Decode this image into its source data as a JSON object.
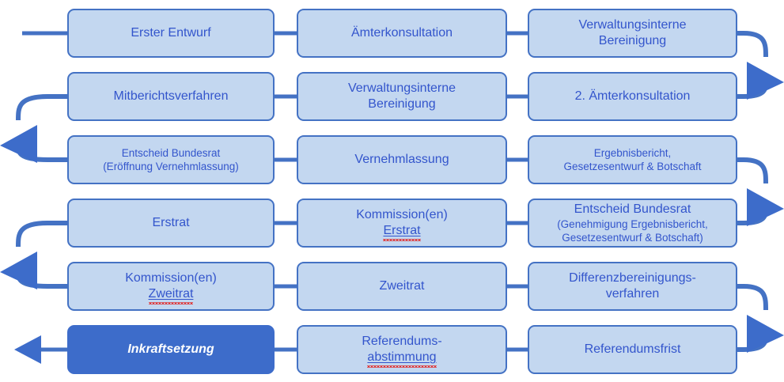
{
  "diagram": {
    "title": "Gesetzgebungsprozess Flussdiagramm",
    "colors": {
      "box_fill": "#c3d7f0",
      "box_border": "#4472c4",
      "text": "#3355cc",
      "highlight_fill": "#3d6cca",
      "highlight_text": "#ffffff",
      "arrow": "#4472c4",
      "spellcheck_underline": "#e03030"
    },
    "rows": [
      {
        "index": 1,
        "boxes": [
          {
            "id": "erster-entwurf",
            "lines": [
              {
                "text": "Erster Entwurf",
                "size": "big"
              }
            ]
          },
          {
            "id": "aemterkonsultation",
            "lines": [
              {
                "text": "Ämterkonsultation",
                "size": "big"
              }
            ]
          },
          {
            "id": "verwaltungsinterne-bereinigung-1",
            "lines": [
              {
                "text": "Verwaltungsinterne",
                "size": "big"
              },
              {
                "text": "Bereinigung",
                "size": "big"
              }
            ]
          }
        ]
      },
      {
        "index": 2,
        "boxes": [
          {
            "id": "mitberichtsverfahren",
            "lines": [
              {
                "text": "Mitberichtsverfahren",
                "size": "big"
              }
            ]
          },
          {
            "id": "verwaltungsinterne-bereinigung-2",
            "lines": [
              {
                "text": "Verwaltungsinterne",
                "size": "big"
              },
              {
                "text": "Bereinigung",
                "size": "big"
              }
            ]
          },
          {
            "id": "zweite-aemterkonsultation",
            "lines": [
              {
                "text": "2. Ämterkonsultation",
                "size": "big"
              }
            ]
          }
        ]
      },
      {
        "index": 3,
        "boxes": [
          {
            "id": "entscheid-bundesrat-eroeffnung",
            "lines": [
              {
                "text": "Entscheid Bundesrat",
                "size": "small"
              },
              {
                "text": "(Eröffnung Vernehmlassung)",
                "size": "small"
              }
            ]
          },
          {
            "id": "vernehmlassung",
            "lines": [
              {
                "text": "Vernehmlassung",
                "size": "big"
              }
            ]
          },
          {
            "id": "ergebnisbericht-gesetzesentwurf-botschaft",
            "lines": [
              {
                "text": "Ergebnisbericht,",
                "size": "small"
              },
              {
                "text": "Gesetzesentwurf & Botschaft",
                "size": "small"
              }
            ]
          }
        ]
      },
      {
        "index": 4,
        "boxes": [
          {
            "id": "erstrat",
            "lines": [
              {
                "text": "Erstrat",
                "size": "big"
              }
            ]
          },
          {
            "id": "kommissionen-erstrat",
            "lines": [
              {
                "text": "Kommission(en)",
                "size": "big"
              },
              {
                "text": "Erstrat",
                "size": "big",
                "underline": true,
                "spellcheck": true
              }
            ]
          },
          {
            "id": "entscheid-bundesrat-genehmigung",
            "lines": [
              {
                "text": "Entscheid Bundesrat",
                "size": "big"
              },
              {
                "text": "(Genehmigung Ergebnisbericht,",
                "size": "small"
              },
              {
                "text": "Gesetzesentwurf & Botschaft)",
                "size": "small"
              }
            ]
          }
        ]
      },
      {
        "index": 5,
        "boxes": [
          {
            "id": "kommissionen-zweitrat",
            "lines": [
              {
                "text": "Kommission(en)",
                "size": "big"
              },
              {
                "text": "Zweitrat",
                "size": "big",
                "underline": true,
                "spellcheck": true
              }
            ]
          },
          {
            "id": "zweitrat",
            "lines": [
              {
                "text": "Zweitrat",
                "size": "big"
              }
            ]
          },
          {
            "id": "differenzbereinigungsverfahren",
            "lines": [
              {
                "text": "Differenzbereinigungs-",
                "size": "big"
              },
              {
                "text": "verfahren",
                "size": "big"
              }
            ]
          }
        ]
      },
      {
        "index": 6,
        "boxes": [
          {
            "id": "inkraftsetzung",
            "highlight": true,
            "lines": [
              {
                "text": "Inkraftsetzung",
                "size": "big"
              }
            ]
          },
          {
            "id": "referendumsabstimmung",
            "lines": [
              {
                "text": "Referendums-",
                "size": "big"
              },
              {
                "text": "abstimmung",
                "size": "big",
                "underline": true,
                "spellcheck": true
              }
            ]
          },
          {
            "id": "referendumsfrist",
            "lines": [
              {
                "text": "Referendumsfrist",
                "size": "big"
              }
            ]
          }
        ]
      }
    ],
    "connectors": [
      {
        "id": "entry-line-left",
        "kind": "straight",
        "direction": "right",
        "arrowhead": false
      },
      {
        "id": "connector-row1-col1-col2",
        "kind": "straight",
        "direction": "right",
        "arrowhead": false
      },
      {
        "id": "connector-row1-col2-col3",
        "kind": "straight",
        "direction": "right",
        "arrowhead": false
      },
      {
        "id": "loop-right-row1-to-row2",
        "kind": "loop-right",
        "direction": "down",
        "arrowhead": true
      },
      {
        "id": "connector-row2-col1-col2",
        "kind": "straight",
        "direction": "right",
        "arrowhead": false
      },
      {
        "id": "connector-row2-col2-col3",
        "kind": "straight",
        "direction": "right",
        "arrowhead": false
      },
      {
        "id": "loop-left-row2-to-row3",
        "kind": "loop-left",
        "direction": "down",
        "arrowhead": true
      },
      {
        "id": "connector-row3-col1-col2",
        "kind": "straight",
        "direction": "right",
        "arrowhead": false
      },
      {
        "id": "connector-row3-col2-col3",
        "kind": "straight",
        "direction": "right",
        "arrowhead": false
      },
      {
        "id": "loop-right-row3-to-row4",
        "kind": "loop-right",
        "direction": "down",
        "arrowhead": true
      },
      {
        "id": "connector-row4-col1-col2",
        "kind": "straight",
        "direction": "right",
        "arrowhead": false
      },
      {
        "id": "connector-row4-col2-col3",
        "kind": "straight",
        "direction": "right",
        "arrowhead": false
      },
      {
        "id": "loop-left-row4-to-row5",
        "kind": "loop-left",
        "direction": "down",
        "arrowhead": true
      },
      {
        "id": "connector-row5-col1-col2",
        "kind": "straight",
        "direction": "right",
        "arrowhead": false
      },
      {
        "id": "connector-row5-col2-col3",
        "kind": "straight",
        "direction": "right",
        "arrowhead": false
      },
      {
        "id": "loop-right-row5-to-row6",
        "kind": "loop-right",
        "direction": "down",
        "arrowhead": true
      },
      {
        "id": "connector-row6-col1-col2",
        "kind": "straight",
        "direction": "left",
        "arrowhead": false
      },
      {
        "id": "connector-row6-col2-col3",
        "kind": "straight",
        "direction": "left",
        "arrowhead": false
      },
      {
        "id": "exit-arrow-left",
        "kind": "straight",
        "direction": "left",
        "arrowhead": true
      }
    ]
  }
}
